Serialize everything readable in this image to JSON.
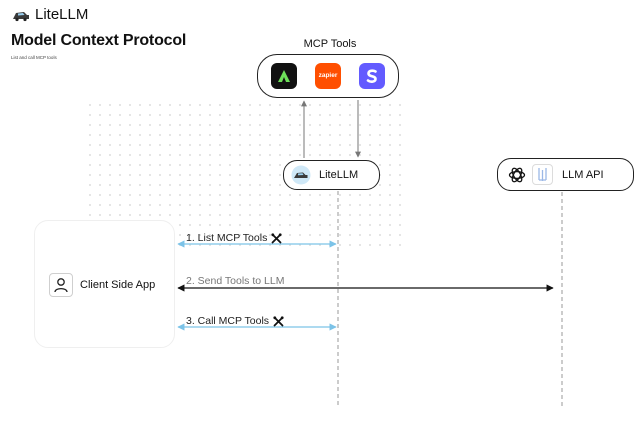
{
  "brand": {
    "name": "LiteLLM"
  },
  "page": {
    "title": "Model Context Protocol",
    "subtitle": "List and call MCP tools"
  },
  "mcp_tools": {
    "label": "MCP Tools",
    "tools": [
      {
        "icon": "arcade-icon",
        "color": "#111111"
      },
      {
        "icon": "zapier-icon",
        "text": "zapier",
        "color": "#ff4f00"
      },
      {
        "icon": "stripe-icon",
        "color": "#635bff"
      }
    ]
  },
  "nodes": {
    "litellm": {
      "label": "LiteLLM",
      "icon": "litellm-logo-icon"
    },
    "llm_api": {
      "label": "LLM API",
      "icons": [
        "openai-icon",
        "llama-icon"
      ]
    },
    "client": {
      "label": "Client Side App",
      "icon": "person-icon"
    }
  },
  "messages": [
    {
      "text": "1. List MCP Tools",
      "icon": "tools-icon",
      "color": "#7cc3e8"
    },
    {
      "text": "2. Send Tools to LLM",
      "color": "#111111"
    },
    {
      "text": "3. Call MCP Tools",
      "icon": "tools-icon",
      "color": "#7cc3e8"
    }
  ]
}
